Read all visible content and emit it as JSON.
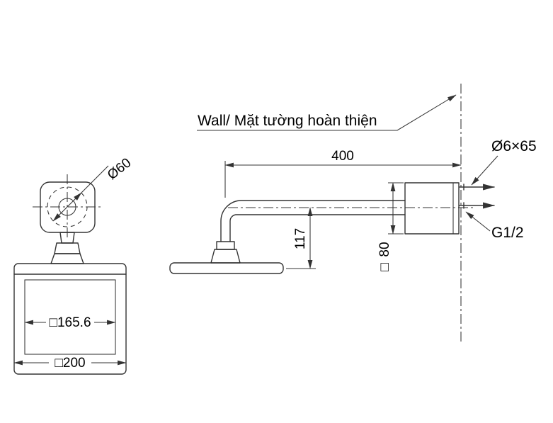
{
  "drawing": {
    "wall_label": "Wall/ Mặt tường hoàn thiện",
    "dimensions": {
      "arm_length": "400",
      "drop_height": "117",
      "escutcheon_size": "80",
      "escutcheon_symbol": "□",
      "screw_size": "Ø6×65",
      "thread_size": "G1/2",
      "flange_diameter": "Ø60",
      "face_size": "□165.6",
      "head_size": "□200"
    },
    "colors": {
      "line": "#333333",
      "text": "#000000",
      "background": "#ffffff"
    }
  }
}
